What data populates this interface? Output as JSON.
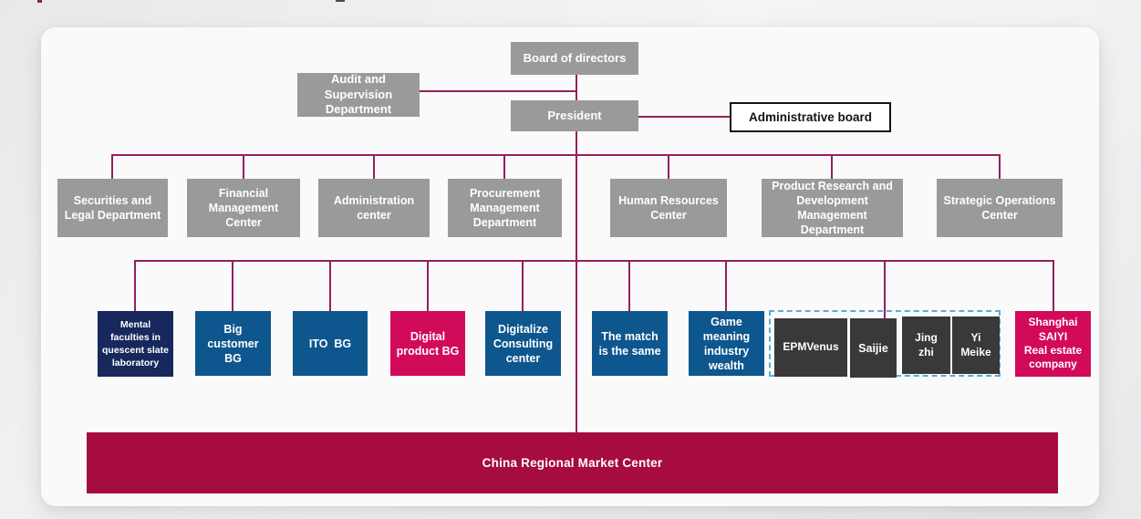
{
  "org": {
    "board": {
      "label": "Board of directors"
    },
    "audit": {
      "label": "Audit and\nSupervision\nDepartment"
    },
    "president": {
      "label": "President"
    },
    "admin_board": {
      "label": "Administrative board"
    },
    "level2": [
      {
        "label": "Securities and\nLegal Department"
      },
      {
        "label": "Financial\nManagement\nCenter"
      },
      {
        "label": "Administration\ncenter"
      },
      {
        "label": "Procurement\nManagement\nDepartment"
      },
      {
        "label": "Human Resources\nCenter"
      },
      {
        "label": "Product Research and\nDevelopment\nManagement\nDepartment"
      },
      {
        "label": "Strategic Operations\nCenter"
      }
    ],
    "level3": [
      {
        "label": "Mental\nfaculties in\nquescent slate\nlaboratory",
        "color": "#16285c"
      },
      {
        "label": "Big\ncustomer\nBG",
        "color": "#0e568e"
      },
      {
        "label": "ITO  BG",
        "color": "#0e568e"
      },
      {
        "label": "Digital\nproduct BG",
        "color": "#d20a5a"
      },
      {
        "label": "Digitalize\nConsulting\ncenter",
        "color": "#0e568e"
      },
      {
        "label": "The match\nis the same",
        "color": "#0e568e"
      },
      {
        "label": "Game\nmeaning\nindustry\nwealth",
        "color": "#0e568e"
      },
      {
        "label": "Shanghai\nSAIYI\nReal estate\ncompany",
        "color": "#d20a5a"
      }
    ],
    "subsidiary_group": [
      {
        "label": "EPMVenus"
      },
      {
        "label": "Saijie"
      },
      {
        "label": "Jing\nzhi"
      },
      {
        "label": "Yi\nMeike"
      }
    ],
    "bottom_bar": {
      "label": "China Regional Market Center"
    }
  },
  "colors": {
    "box_gray": "#9a9a9a",
    "box_navy": "#16285c",
    "box_blue": "#0e568e",
    "box_crimson": "#d20a5a",
    "box_dark_gray": "#39393b",
    "bottom_bar": "#a60c3e",
    "connector_line": "#93205f",
    "dashed_group_border": "#54b0d4",
    "card_background": "#fafafa"
  }
}
